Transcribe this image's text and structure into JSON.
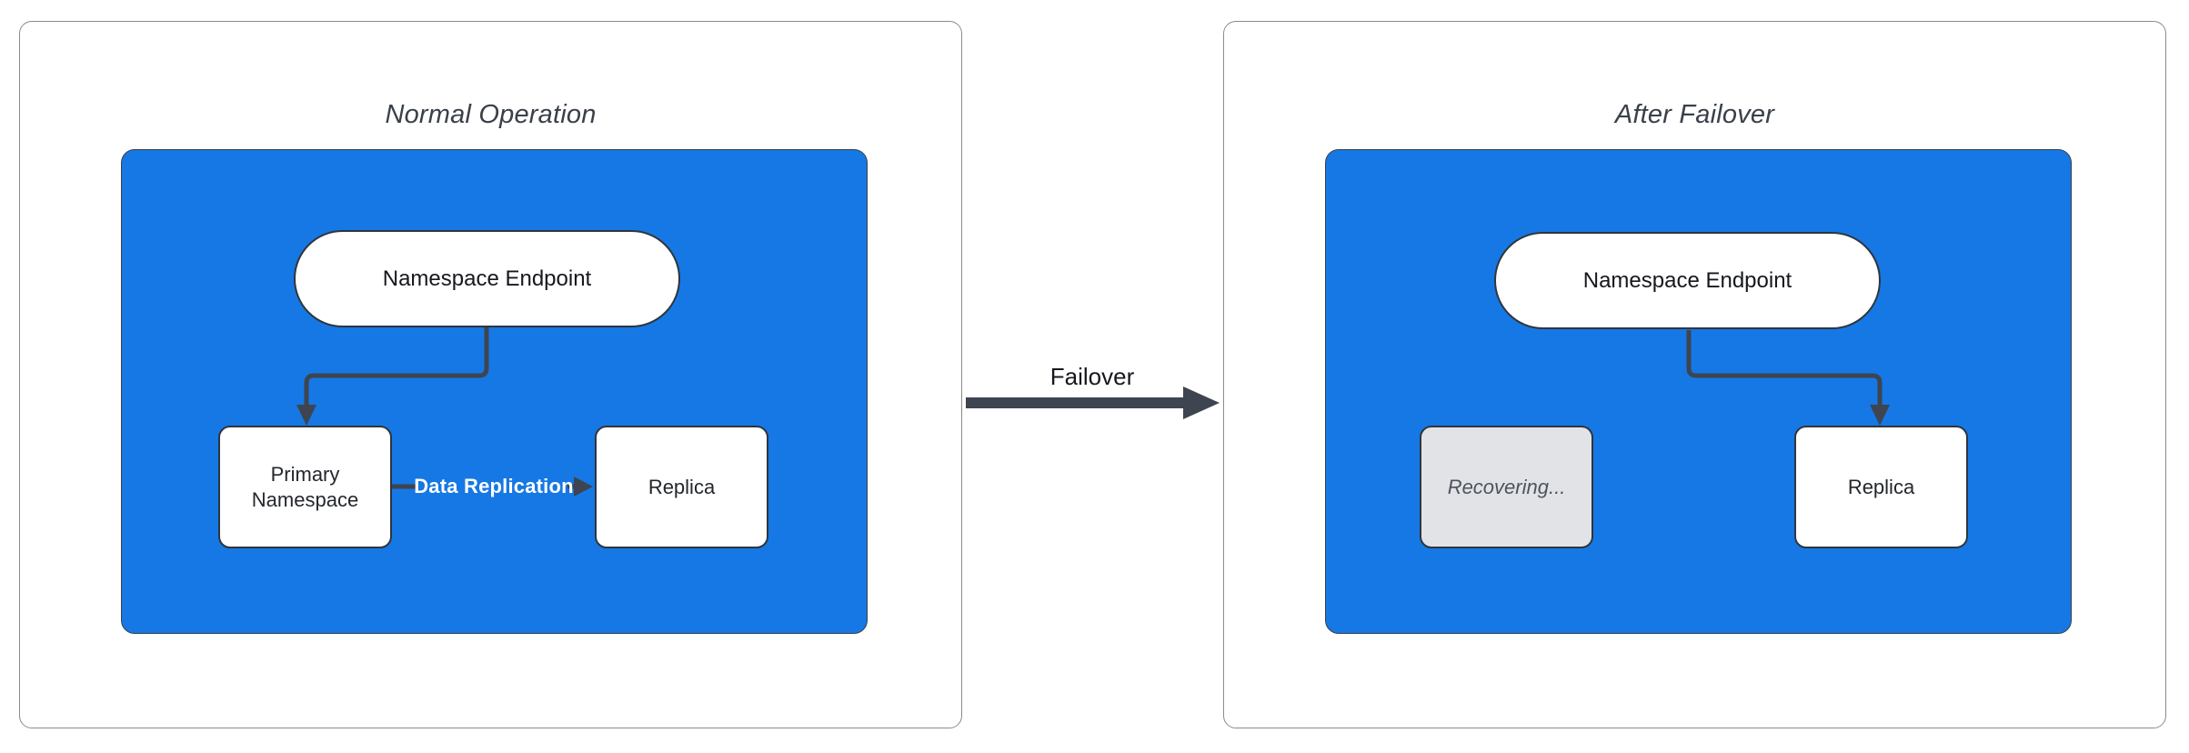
{
  "diagram": {
    "left_panel": {
      "title": "Normal Operation",
      "endpoint_label": "Namespace Endpoint",
      "primary_label": "Primary Namespace",
      "replica_label": "Replica",
      "replication_label": "Data Replication"
    },
    "transition": {
      "label": "Failover"
    },
    "right_panel": {
      "title": "After Failover",
      "endpoint_label": "Namespace Endpoint",
      "recovering_label": "Recovering...",
      "replica_label": "Replica"
    },
    "colors": {
      "cluster_fill": "#1678e4",
      "connector": "#3e4450",
      "node_border": "#2f353d",
      "panel_border": "#8b8b8b",
      "recovering_fill": "#e2e3e6",
      "recovering_text": "#4d545e",
      "edge_label_text": "#ffffff",
      "title_text": "#3a4049"
    }
  }
}
